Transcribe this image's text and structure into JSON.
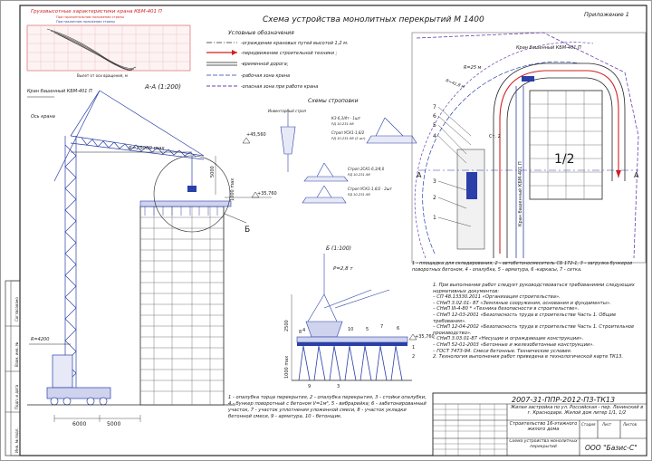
{
  "header": {
    "title": "Схема устройства монолитных перекрытий М 1400",
    "appendix": "Приложение 1"
  },
  "crane_chart": {
    "title": "Грузовысотные характеристики крана КБМ-401 П",
    "line1": "При горизонтальном положении стрелы",
    "line2": "При наклонном положении стрелы",
    "xlabel": "Вылет от оси вращения, м"
  },
  "legend": {
    "title": "Условные обозначения",
    "items": [
      "-ограждение крановых путей высотой 1,2 м.",
      "-передвижение строительной техники ;",
      "-временной дорога;",
      "-рабочая зона крана",
      "-опасная зона при работе крана"
    ]
  },
  "section": {
    "title": "А-А (1:200)",
    "crane": "Кран башенный КБМ-401 П",
    "axis": "Ось крана",
    "radius": "R=25000 max",
    "r_small": "R=4200",
    "dim_6000": "6000",
    "dim_5000": "5000",
    "dim_5000v": "5000",
    "dim_1000v": "1000 max",
    "lvl_top": "+45,560",
    "lvl_mid": "+35,760",
    "callout": "Б"
  },
  "slinging": {
    "title": "Схемы строповки",
    "inventory": "Инвентарный строп",
    "s1": "КЗ-6,3/4т - 1шт",
    "s1b": "РД 10-231-98",
    "s2": "Строп УСК1-1,6/2",
    "s2b": "РД 10-231-98 (2 шт)",
    "s3": "Строп 2СК1-6,3/4,0",
    "s3b": "РД 10-231-98",
    "s4": "Строп УСК1-1,6/2 - 2шт",
    "s4b": "РД 10-231-98"
  },
  "plan": {
    "crane": "Кран башенный КБМ-401 П",
    "r25": "R=25 м",
    "r418": "R=41,8 м",
    "num_1": "1",
    "num_2": "2",
    "num_3": "3",
    "num_4": "4",
    "num_5": "5",
    "num_6": "6",
    "num_7": "7",
    "sec_label": "1/2",
    "st2": "Ст. 2",
    "a_label": "А",
    "notes": "1 - площадка для складирования, 2 - автобетоносмеситель СБ 172-1, 3 - загрузка бункеров поворотных бетоном, 4 - опалубка, 5 - арматура, 6 -каркасы, 7 - сетка."
  },
  "detail": {
    "title": "Б (1:100)",
    "p": "Р=2,8 т",
    "lvl": "+35,760",
    "dim1": "2500",
    "dim2": "1000 max",
    "n1": "1",
    "n2": "2",
    "n3": "3",
    "n4": "4",
    "n5": "5",
    "n6": "6",
    "n7": "7",
    "n8": "8",
    "n9": "9",
    "n10": "10"
  },
  "detail_legend": "1 - опалубка торца перекрытия, 2 - опалубка перекрытия, 3 - стойки опалубки, 4 - бункер поворотный с бетоном V=1м³, 5 - вибрарейка; 6 - забетонированный участок, 7 - участок уплотнения уложенной смеси, 8 - участок укладки бетонной смеси, 9 - арматура, 10 - бетонщик.",
  "requirements": [
    "1. При выполнении работ следует руководствоваться требованиями следующих нормативных документов:",
    "– СП 48.13330.2011 «Организация строительства».",
    "– СНиП 3.02.01- 87 «Земляные сооружения, основания и фундаменты».",
    "– СНиП III-4-80 * «Техника безопасности в строительстве».",
    "– СНиП 12-03-2001 «Безопасность труда в строительстве Часть 1. Общие требования».",
    "– СНиП 12-04-2002 «Безопасность труда в строительстве Часть 1. Строительное производство».",
    "– СНиП 3.03.01-87 «Несущие и ограждающие конструкции».",
    "– СНиП 52-01-2003 «Бетонные и железобетонные конструкции».",
    "– ГОСТ 7473-94. Смеси бетонные. Технические условия.",
    "2. Технология выполнения работ приведена в технологической карте ТК13."
  ],
  "title_block": {
    "code": "2007-31-ППР-2012-ПЗ-ТК13",
    "project": "Жилая застройка по ул. Российская - пер. Ленинский в г. Краснодаре. Жилой дом литер 1/1, 1/2",
    "stage_label": "Стадия",
    "sheet_label": "Лист",
    "sheets_label": "Листов",
    "work": "Строительство 16-этажного жилого дома",
    "company": "ООО \"Базис-С\"",
    "scheme": "Схема устройства монолитных перекрытий"
  },
  "side_stamps": [
    "Инв. № подл.",
    "Подп. и дата",
    "Взам. инв. №",
    "Согласовано"
  ]
}
